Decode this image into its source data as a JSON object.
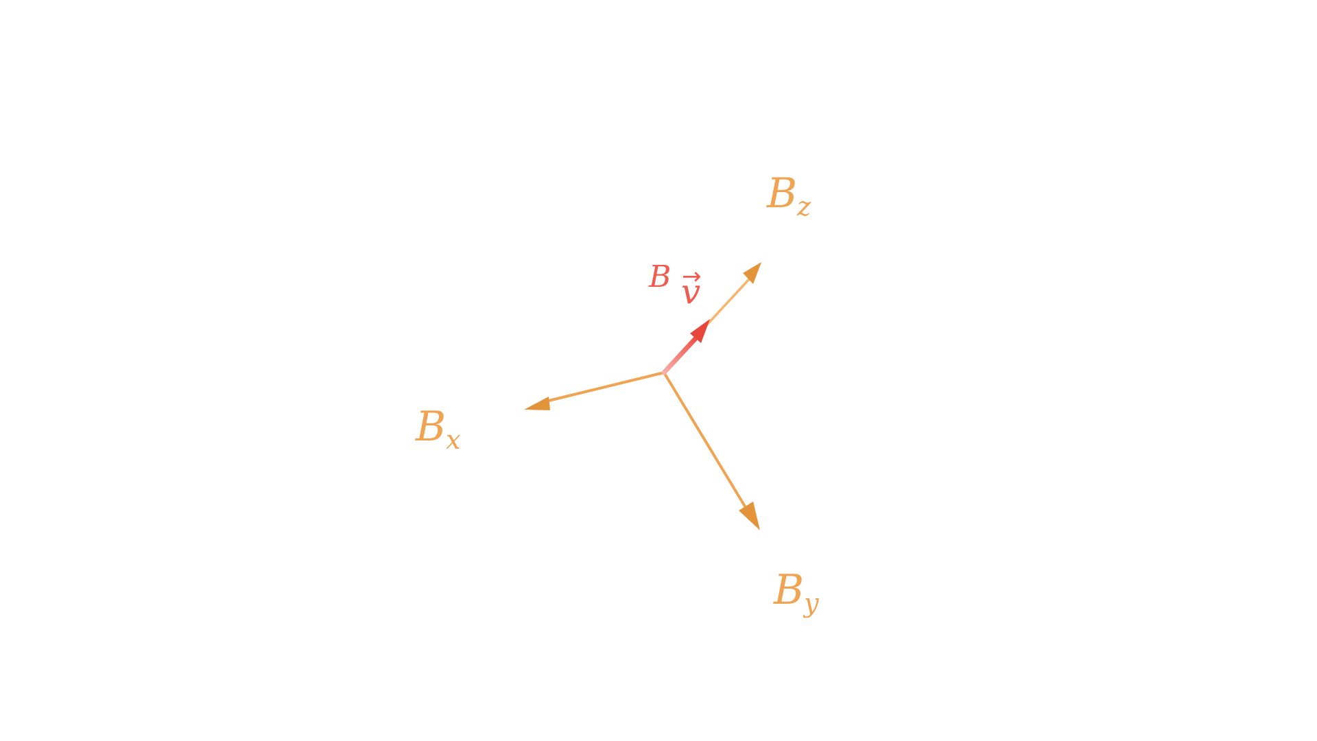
{
  "diagram": {
    "axes": [
      {
        "id": "x",
        "base": "B",
        "sub": "x"
      },
      {
        "id": "y",
        "base": "B",
        "sub": "y"
      },
      {
        "id": "z",
        "base": "B",
        "sub": "z"
      }
    ],
    "vector": {
      "base": "B",
      "sup_vec": "v",
      "arrow_glyph": "→"
    },
    "colors": {
      "axis": "#F0A350",
      "axis_head": "#E3943B",
      "vector": "#F05A4F",
      "vector_head": "#E8453B",
      "background": "#FFFFFF"
    }
  }
}
